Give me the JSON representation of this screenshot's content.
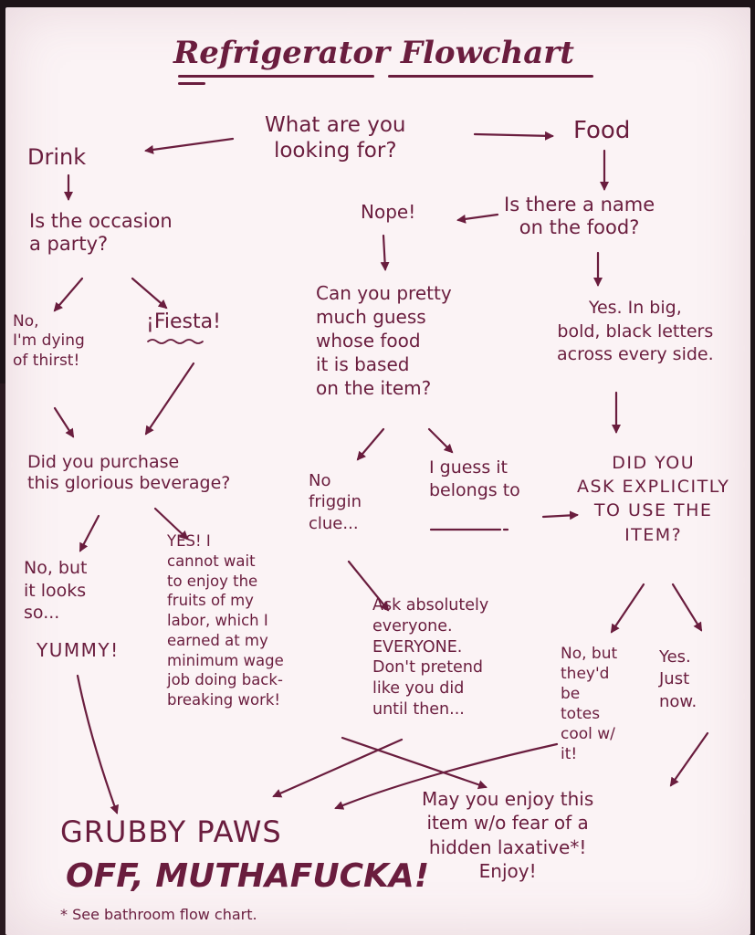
{
  "title": "Refrigerator Flowchart",
  "colors": {
    "ink": "#6a1d3e",
    "paper": "#fbf3f5"
  },
  "nodes": {
    "start": "What are you\nlooking for?",
    "drink": "Drink",
    "food": "Food",
    "party_q": "Is the occasion\na party?",
    "no_thirst": "No,\nI'm dying\nof thirst!",
    "fiesta": "¡Fiesta!",
    "purchase_q": "Did you purchase\nthis glorious beverage?",
    "no_yummy": "No, but\nit looks\nso...",
    "yummy": "YUMMY!",
    "yes_labor": "YES! I\ncannot wait\nto enjoy the\nfruits of my\nlabor, which I\nearned at my\nminimum wage\njob doing back-\nbreaking work!",
    "name_q": "Is there a name\non the food?",
    "nope": "Nope!",
    "guess_q": "Can you pretty\nmuch guess\nwhose food\nit is based\non the item?",
    "yes_big": "Yes. In big,\nbold, black letters\nacross every side.",
    "no_clue": "No\nfriggin\nclue...",
    "belongs": "I guess it\nbelongs to",
    "ask_explicitly": "DID YOU\nASK EXPLICITLY\nTO USE THE\nITEM?",
    "ask_everyone": "Ask absolutely\neveryone.\nEVERYONE.\nDon't pretend\nlike you did\nuntil then...",
    "no_totes": "No, but\nthey'd\nbe\ntotes\ncool w/\nit!",
    "yes_just": "Yes.\nJust\nnow.",
    "grubby": "GRUBBY PAWS",
    "off": "OFF, MUTHAFUCKA!",
    "enjoy": "May you enjoy this\nitem w/o fear of a\nhidden laxative*!\nEnjoy!",
    "footnote": "* See bathroom flow chart."
  }
}
